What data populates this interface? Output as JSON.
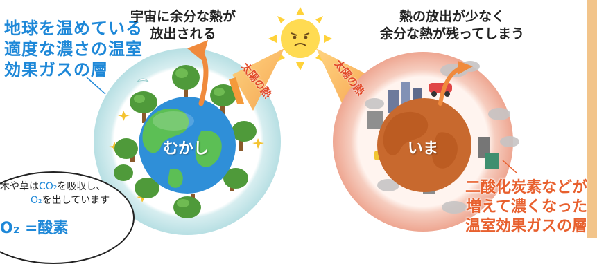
{
  "left_panel": {
    "caption_lines": [
      "地球を温めている",
      "適度な濃さの温室",
      "効果ガスの層"
    ],
    "planet_label": "むかし",
    "heat_text_lines": [
      "宇宙に余分な熱が",
      "放出される"
    ],
    "bubble": {
      "line1_parts": [
        "木や草は",
        "CO₂",
        "を吸収し、"
      ],
      "line2_parts": [
        "O₂",
        "を出しています"
      ],
      "formula": "O₂ =酸素"
    }
  },
  "sun": {
    "label": "太陽の熱"
  },
  "right_panel": {
    "heat_text_lines": [
      "熱の放出が少なく",
      "余分な熱が残ってしまう"
    ],
    "planet_label": "いま",
    "caption_lines": [
      "二酸化炭素などが",
      "増えて濃くなった",
      "温室効果ガスの層"
    ]
  },
  "colors": {
    "blue_text": "#1e88d8",
    "orange_text": "#e8602e",
    "old_atmosphere": "#bfe3e6",
    "new_atmosphere": "#f3b8a6",
    "sun": "#ffd23a",
    "heat_beam": "#f6a24b"
  }
}
